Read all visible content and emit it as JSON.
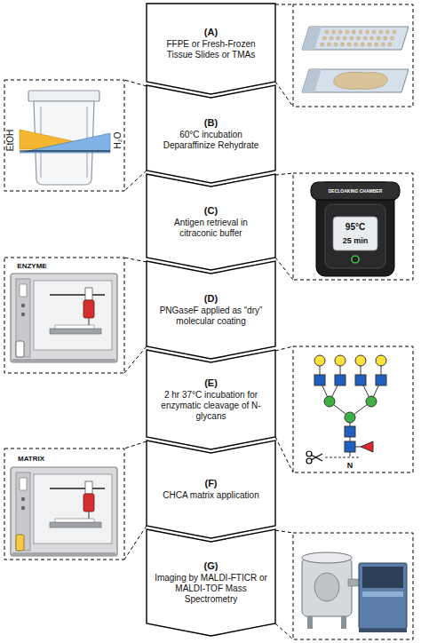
{
  "diagram": {
    "nodes": [
      {
        "text": [
          "(A)",
          "FFPE or Fresh-Frozen Tissue Slides or TMAs"
        ]
      },
      {
        "text": [
          "(B)",
          "60°C incubation Deparaffinize Rehydrate"
        ]
      },
      {
        "text": [
          "(C)",
          "Antigen retrieval in citraconic buffer"
        ]
      },
      {
        "text": [
          "(D)",
          "PNGaseF applied as “dry” molecular coating"
        ]
      },
      {
        "text": [
          "(E)",
          "2 hr 37°C incubation for enzymatic cleavage of N-glycans"
        ]
      },
      {
        "text": [
          "(F)",
          "CHCA matrix application"
        ]
      },
      {
        "text": [
          "(G)",
          "Imaging by MALDI-FTICR or MALDI-TOF Mass Spectrometry"
        ]
      }
    ],
    "labels": [
      "EtOH",
      "H₂O",
      "DECLOAKING CHAMBER",
      "95°C",
      "25 min",
      "ENZYME",
      "MATRIX",
      "N"
    ]
  }
}
